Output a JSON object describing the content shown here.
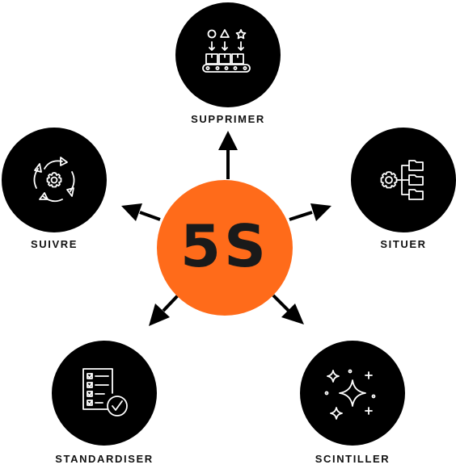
{
  "diagram": {
    "center": {
      "label": "5S",
      "color": "#FF6B1A"
    },
    "node_color": "#000000",
    "steps": [
      {
        "id": "supprimer",
        "label": "SUPPRIMER",
        "icon": "sort-conveyor-icon"
      },
      {
        "id": "situer",
        "label": "SITUER",
        "icon": "gear-folders-icon"
      },
      {
        "id": "scintiller",
        "label": "SCINTILLER",
        "icon": "sparkles-icon"
      },
      {
        "id": "standardiser",
        "label": "STANDARDISER",
        "icon": "checklist-icon"
      },
      {
        "id": "suivre",
        "label": "SUIVRE",
        "icon": "cycle-gear-icon"
      }
    ]
  }
}
